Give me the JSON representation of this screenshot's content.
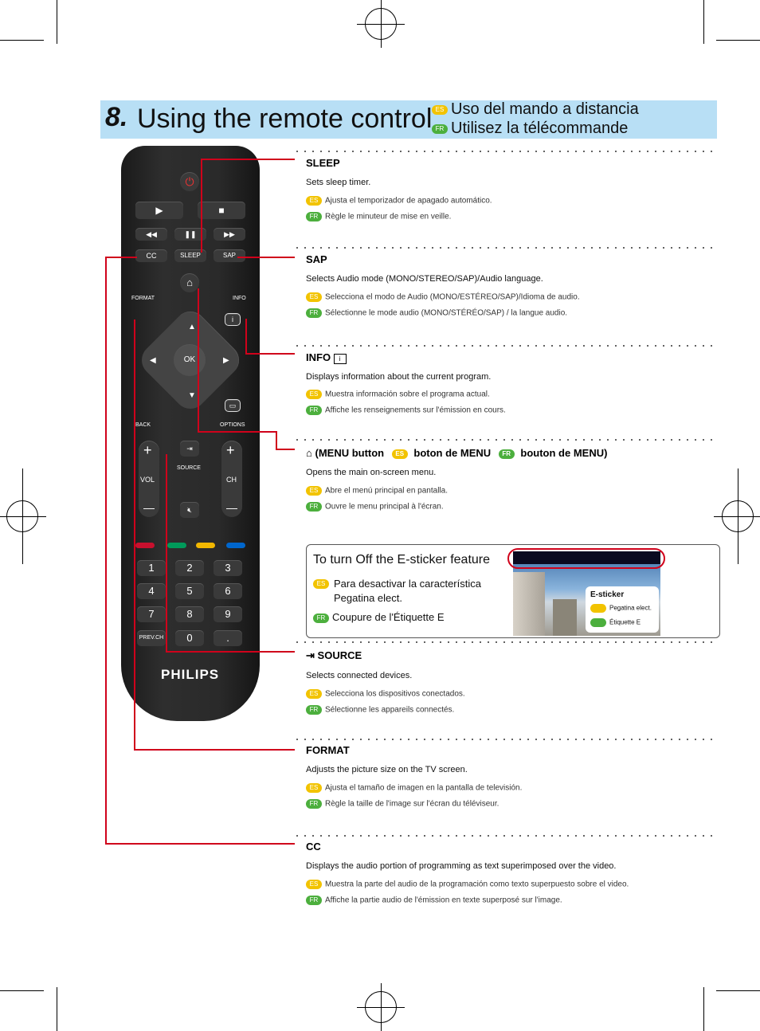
{
  "header": {
    "number": "8.",
    "title": "Using the remote control",
    "es_title": "Uso del mando a distancia",
    "fr_title": "Utilisez la télécommande",
    "es_tag": "ES",
    "fr_tag": "FR"
  },
  "sections": [
    {
      "id": "sleep",
      "title": "SLEEP",
      "desc": "Sets sleep timer.",
      "es": "Ajusta el temporizador de apagado automático.",
      "fr": "Règle le minuteur de mise en veille."
    },
    {
      "id": "sap",
      "title": "SAP",
      "desc": "Selects Audio mode (MONO/STEREO/SAP)/Audio language.",
      "es": "Selecciona el modo de Audio (MONO/ESTÉREO/SAP)/Idioma de audio.",
      "fr": "Sélectionne le mode audio (MONO/STÉRÉO/SAP) / la langue audio."
    },
    {
      "id": "info",
      "title": "INFO",
      "desc": "Displays information about the current program.",
      "es": "Muestra información sobre el programa actual.",
      "fr": "Affiche les renseignements sur l'émission en cours."
    },
    {
      "id": "menu",
      "title": "(MENU button",
      "title_es": "boton de MENU",
      "title_fr": "bouton de MENU)",
      "desc": "Opens the main on-screen menu.",
      "es": "Abre el menú principal en pantalla.",
      "fr": "Ouvre le menu principal à l'écran."
    },
    {
      "id": "source",
      "title": "SOURCE",
      "desc": "Selects connected devices.",
      "es": "Selecciona los dispositivos conectados.",
      "fr": "Sélectionne les appareils connectés."
    },
    {
      "id": "format",
      "title": "FORMAT",
      "desc": "Adjusts the picture size on the TV screen.",
      "es": "Ajusta el tamaño de imagen en la pantalla de televisión.",
      "fr": "Règle la taille de l'image sur l'écran du téléviseur."
    },
    {
      "id": "cc",
      "title": "CC",
      "desc": "Displays the audio portion of programming as text superimposed over the video.",
      "es": "Muestra la parte del audio de la programación como texto superpuesto sobre el video.",
      "fr": "Affiche la partie audio de l'émission en texte superposé sur l'image."
    }
  ],
  "esticker": {
    "title": "To turn Off the E-sticker feature",
    "es": "Para desactivar la característica Pegatina elect.",
    "fr": "Coupure de l'Étiquette E",
    "label": "E-sticker",
    "label_es": "Pegatina elect.",
    "label_fr": "Étiquette E"
  },
  "remote": {
    "buttons": {
      "cc": "CC",
      "sleep": "SLEEP",
      "sap": "SAP",
      "format": "FORMAT",
      "info": "INFO",
      "ok": "OK",
      "back": "BACK",
      "options": "OPTIONS",
      "source": "SOURCE",
      "vol": "VOL",
      "ch": "CH",
      "prev": "PREV.CH",
      "brand": "PHILIPS"
    },
    "digits": [
      "1",
      "2",
      "3",
      "4",
      "5",
      "6",
      "7",
      "8",
      "9",
      "0",
      "."
    ],
    "color_keys": [
      "#c8102e",
      "#009a5a",
      "#f2b700",
      "#0066cc"
    ]
  }
}
